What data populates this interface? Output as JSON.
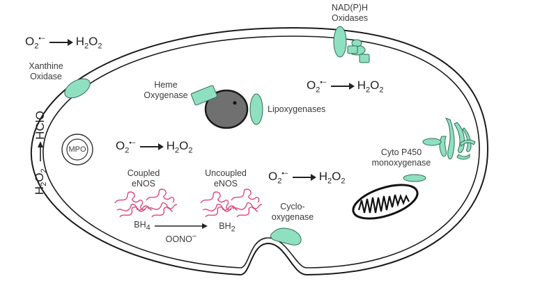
{
  "reactions": {
    "r1": {
      "from": "O",
      "from_sub": "2",
      "from_sup": "•−",
      "to": "H",
      "to_sub1": "2",
      "to_mid": "O",
      "to_sub2": "2"
    },
    "r2": {
      "from": "O",
      "from_sub": "2",
      "from_sup": "•−",
      "to": "H",
      "to_sub1": "2",
      "to_mid": "O",
      "to_sub2": "2"
    },
    "r3": {
      "from": "O",
      "from_sub": "2",
      "from_sup": "•−",
      "to": "H",
      "to_sub1": "2",
      "to_mid": "O",
      "to_sub2": "2"
    },
    "r4": {
      "from": "O",
      "from_sub": "2",
      "from_sup": "•−",
      "to": "H",
      "to_sub1": "2",
      "to_mid": "O",
      "to_sub2": "2"
    }
  },
  "side": {
    "h2o2_a": "H",
    "h2o2_sub1": "2",
    "h2o2_b": "O",
    "h2o2_sub2": "2",
    "hclo": "HClO"
  },
  "labels": {
    "nadph_line1": "NAD(P)H",
    "nadph_line2": "Oxidases",
    "xanthine_line1": "Xanthine",
    "xanthine_line2": "Oxidase",
    "heme_line1": "Heme",
    "heme_line2": "Oxygenase",
    "lipox": "Lipoxygenases",
    "mpo": "MPO",
    "coupled_line1": "Coupled",
    "coupled_line2": "eNOS",
    "uncoupled_line1": "Uncoupled",
    "uncoupled_line2": "eNOS",
    "bh4": "BH",
    "bh4_sub": "4",
    "bh2": "BH",
    "bh2_sub": "2",
    "oono": "OONO",
    "oono_sup": "−",
    "cyclo_line1": "Cyclo-",
    "cyclo_line2": "oxygenase",
    "cyp_line1": "Cyto P450",
    "cyp_line2": "monoxygenase"
  },
  "colors": {
    "enzyme_fill": "#8fe0c0",
    "enzyme_stroke": "#2e6b55",
    "membrane": "#1a1a1a",
    "enos": "#e0457a",
    "nucleus": "#666666"
  }
}
